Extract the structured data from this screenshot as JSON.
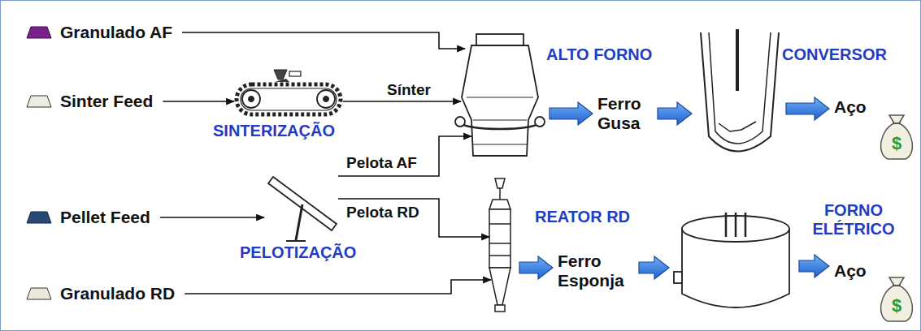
{
  "diagram": {
    "nodes": [
      {
        "text": [
          "Granulado AF"
        ]
      },
      {
        "text": [
          "Sinter Feed"
        ]
      },
      {
        "text": [
          "SINTERIZAÇÃO"
        ]
      },
      {
        "text": [
          "ALTO FORNO"
        ]
      },
      {
        "text": [
          "Ferro Gusa"
        ]
      },
      {
        "text": [
          "CONVERSOR"
        ]
      },
      {
        "text": [
          "Aço"
        ]
      },
      {
        "text": [
          "Pellet Feed"
        ]
      },
      {
        "text": [
          "PELOTIZAÇÃO"
        ]
      },
      {
        "text": [
          "REATOR RD"
        ]
      },
      {
        "text": [
          "Ferro Esponja"
        ]
      },
      {
        "text": [
          "FORNO ELÉTRICO"
        ]
      },
      {
        "text": [
          "Aço"
        ]
      },
      {
        "text": [
          "Granulado RD"
        ]
      }
    ],
    "edges": [
      {
        "from": 0,
        "to": 3,
        "arrow": "to"
      },
      {
        "from": 1,
        "to": 2,
        "arrow": "to"
      },
      {
        "from": 2,
        "to": 3,
        "label": "Sínter",
        "arrow": "to"
      },
      {
        "from": 7,
        "to": 8,
        "arrow": "to"
      },
      {
        "from": 8,
        "to": 3,
        "label": "Pelota AF",
        "arrow": "to"
      },
      {
        "from": 8,
        "to": 9,
        "label": "Pelota RD",
        "arrow": "to"
      },
      {
        "from": 13,
        "to": 9,
        "arrow": "to"
      },
      {
        "from": 3,
        "to": 4,
        "arrow": "to"
      },
      {
        "from": 4,
        "to": 5,
        "arrow": "to"
      },
      {
        "from": 5,
        "to": 6,
        "arrow": "to"
      },
      {
        "from": 9,
        "to": 10,
        "arrow": "to"
      },
      {
        "from": 10,
        "to": 11,
        "arrow": "to"
      },
      {
        "from": 11,
        "to": 12,
        "arrow": "to"
      }
    ],
    "labels": [
      "$",
      "$"
    ]
  }
}
